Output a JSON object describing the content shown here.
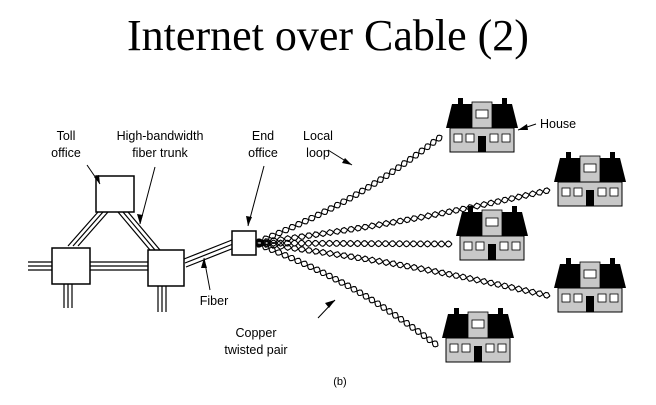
{
  "slide": {
    "title": "Internet over Cable (2)",
    "subfigure_label": "(b)"
  },
  "diagram": {
    "labels": {
      "toll_office": [
        "Toll",
        "office"
      ],
      "fiber_trunk": [
        "High-bandwidth",
        "fiber trunk"
      ],
      "end_office": [
        "End",
        "office"
      ],
      "local_loop": [
        "Local",
        "loop"
      ],
      "house": "House",
      "fiber": "Fiber",
      "copper": [
        "Copper",
        "twisted pair"
      ]
    },
    "colors": {
      "roof": "#000000",
      "wall": "#c8c8c8",
      "line": "#000000"
    }
  }
}
